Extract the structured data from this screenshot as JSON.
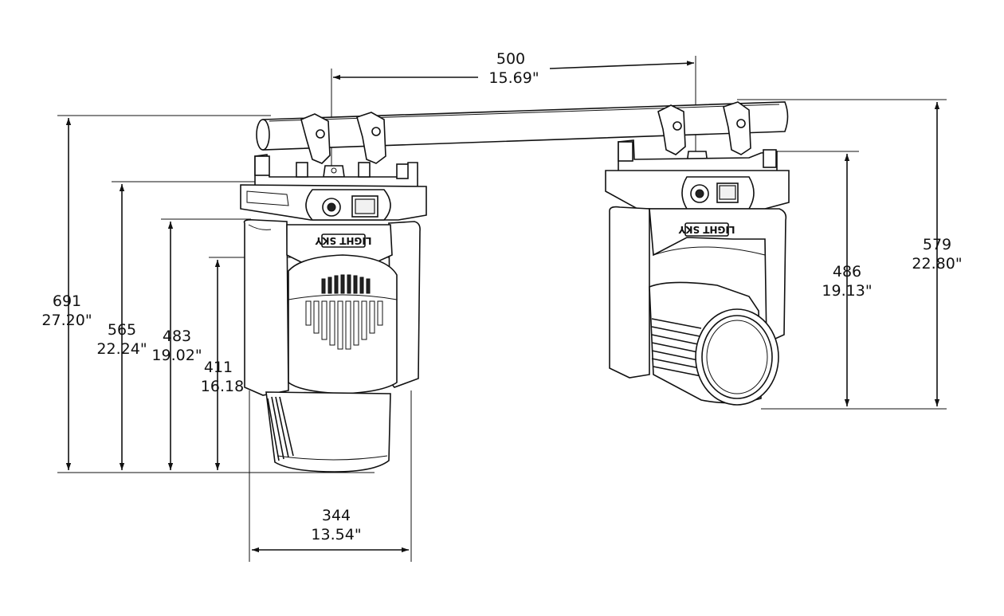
{
  "dimensions": {
    "width_top": {
      "mm": "500",
      "in": "15.69\""
    },
    "height_overall_left": {
      "mm": "691",
      "in": "27.20\""
    },
    "height_yoke_left": {
      "mm": "565",
      "in": "22.24\""
    },
    "height_arm_left": {
      "mm": "483",
      "in": "19.02\""
    },
    "height_head_left": {
      "mm": "411",
      "in": "16.18"
    },
    "width_bottom": {
      "mm": "344",
      "in": "13.54\""
    },
    "height_right_inner": {
      "mm": "486",
      "in": "19.13\""
    },
    "height_right_outer": {
      "mm": "579",
      "in": "22.80\""
    }
  },
  "brand": {
    "logo_text": "LIGHT SKY"
  }
}
